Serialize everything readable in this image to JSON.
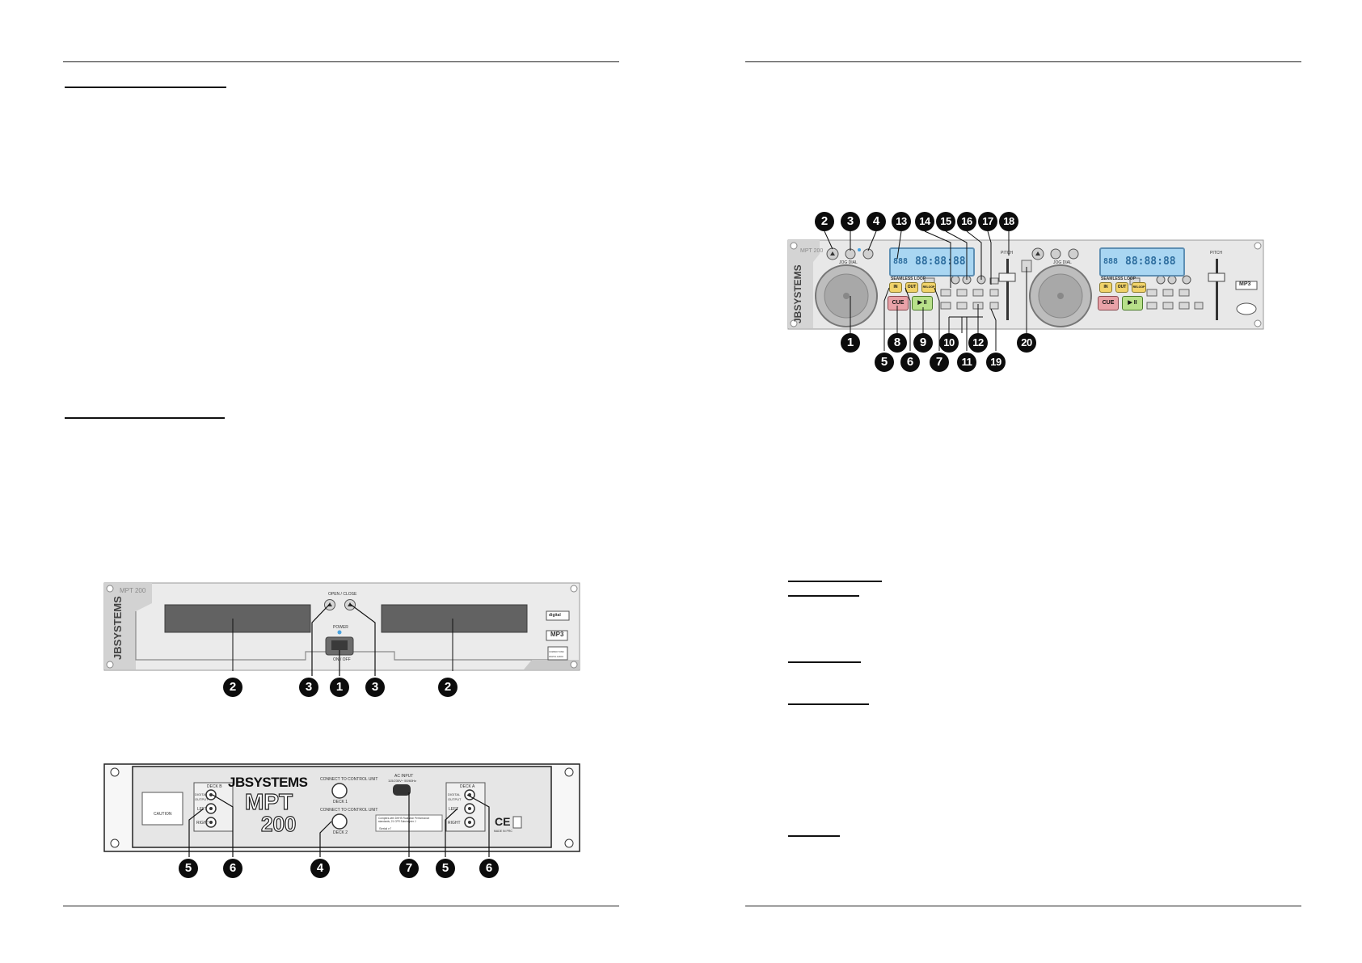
{
  "front_panel": {
    "model": "MPT 200",
    "brand": "JBSYSTEMS",
    "open_close_label": "OPEN / CLOSE",
    "power_label": "POWER",
    "on_off_label": "ON / OFF",
    "logo_digital": "digital",
    "logo_mp3": "MP3",
    "logo_cd": "COMPACT DISC DIGITAL AUDIO",
    "callouts": [
      "2",
      "3",
      "1",
      "3",
      "2"
    ]
  },
  "rear_panel": {
    "brand": "JBSYSTEMS",
    "model_a": "MPT",
    "model_b": "200",
    "deck_b": "DECK B",
    "deck_a": "DECK A",
    "digital_output": "DIGITAL OUTPUT",
    "left": "LEFT",
    "right": "RIGHT",
    "connect_label": "CONNECT TO CONTROL UNIT",
    "deck1": "DECK 1",
    "deck2": "DECK 2",
    "ac_input": "AC INPUT",
    "ac_spec": "115/230V~ 50/60Hz",
    "caution": "CAUTION",
    "compliance": "Complies with DHHS Radiation Performance standards, 21 CFR Subchapter J",
    "serial": "Serial n°",
    "ce": "CE",
    "made_in": "MADE IN PRC",
    "callouts": [
      "5",
      "6",
      "4",
      "7",
      "5",
      "6"
    ]
  },
  "control_unit": {
    "brand": "JBSYSTEMS",
    "model": "MPT 200",
    "seamless_loop": "SEAMLESS LOOP",
    "in_label": "IN",
    "out_label": "OUT",
    "reloop_label": "RELOOP",
    "cue_label": "CUE",
    "play_label": "▶ II",
    "pitch_label": "PITCH",
    "jog_label": "JOG DIAL",
    "lcd_digits": "88:88:88",
    "lcd_small": "888",
    "logo_mp3": "MP3",
    "callouts_top": [
      "2",
      "3",
      "4",
      "13",
      "14",
      "15",
      "16",
      "17",
      "18"
    ],
    "callouts_bottom": [
      "1",
      "8",
      "9",
      "10",
      "12",
      "20",
      "5",
      "6",
      "7",
      "11",
      "19"
    ]
  },
  "colors": {
    "panel": "#e7e7e7",
    "lcd": "#a9d6f2",
    "cue_button": "#e8a2a8",
    "play_button": "#b8e08a",
    "loop_button": "#f1d36a"
  }
}
